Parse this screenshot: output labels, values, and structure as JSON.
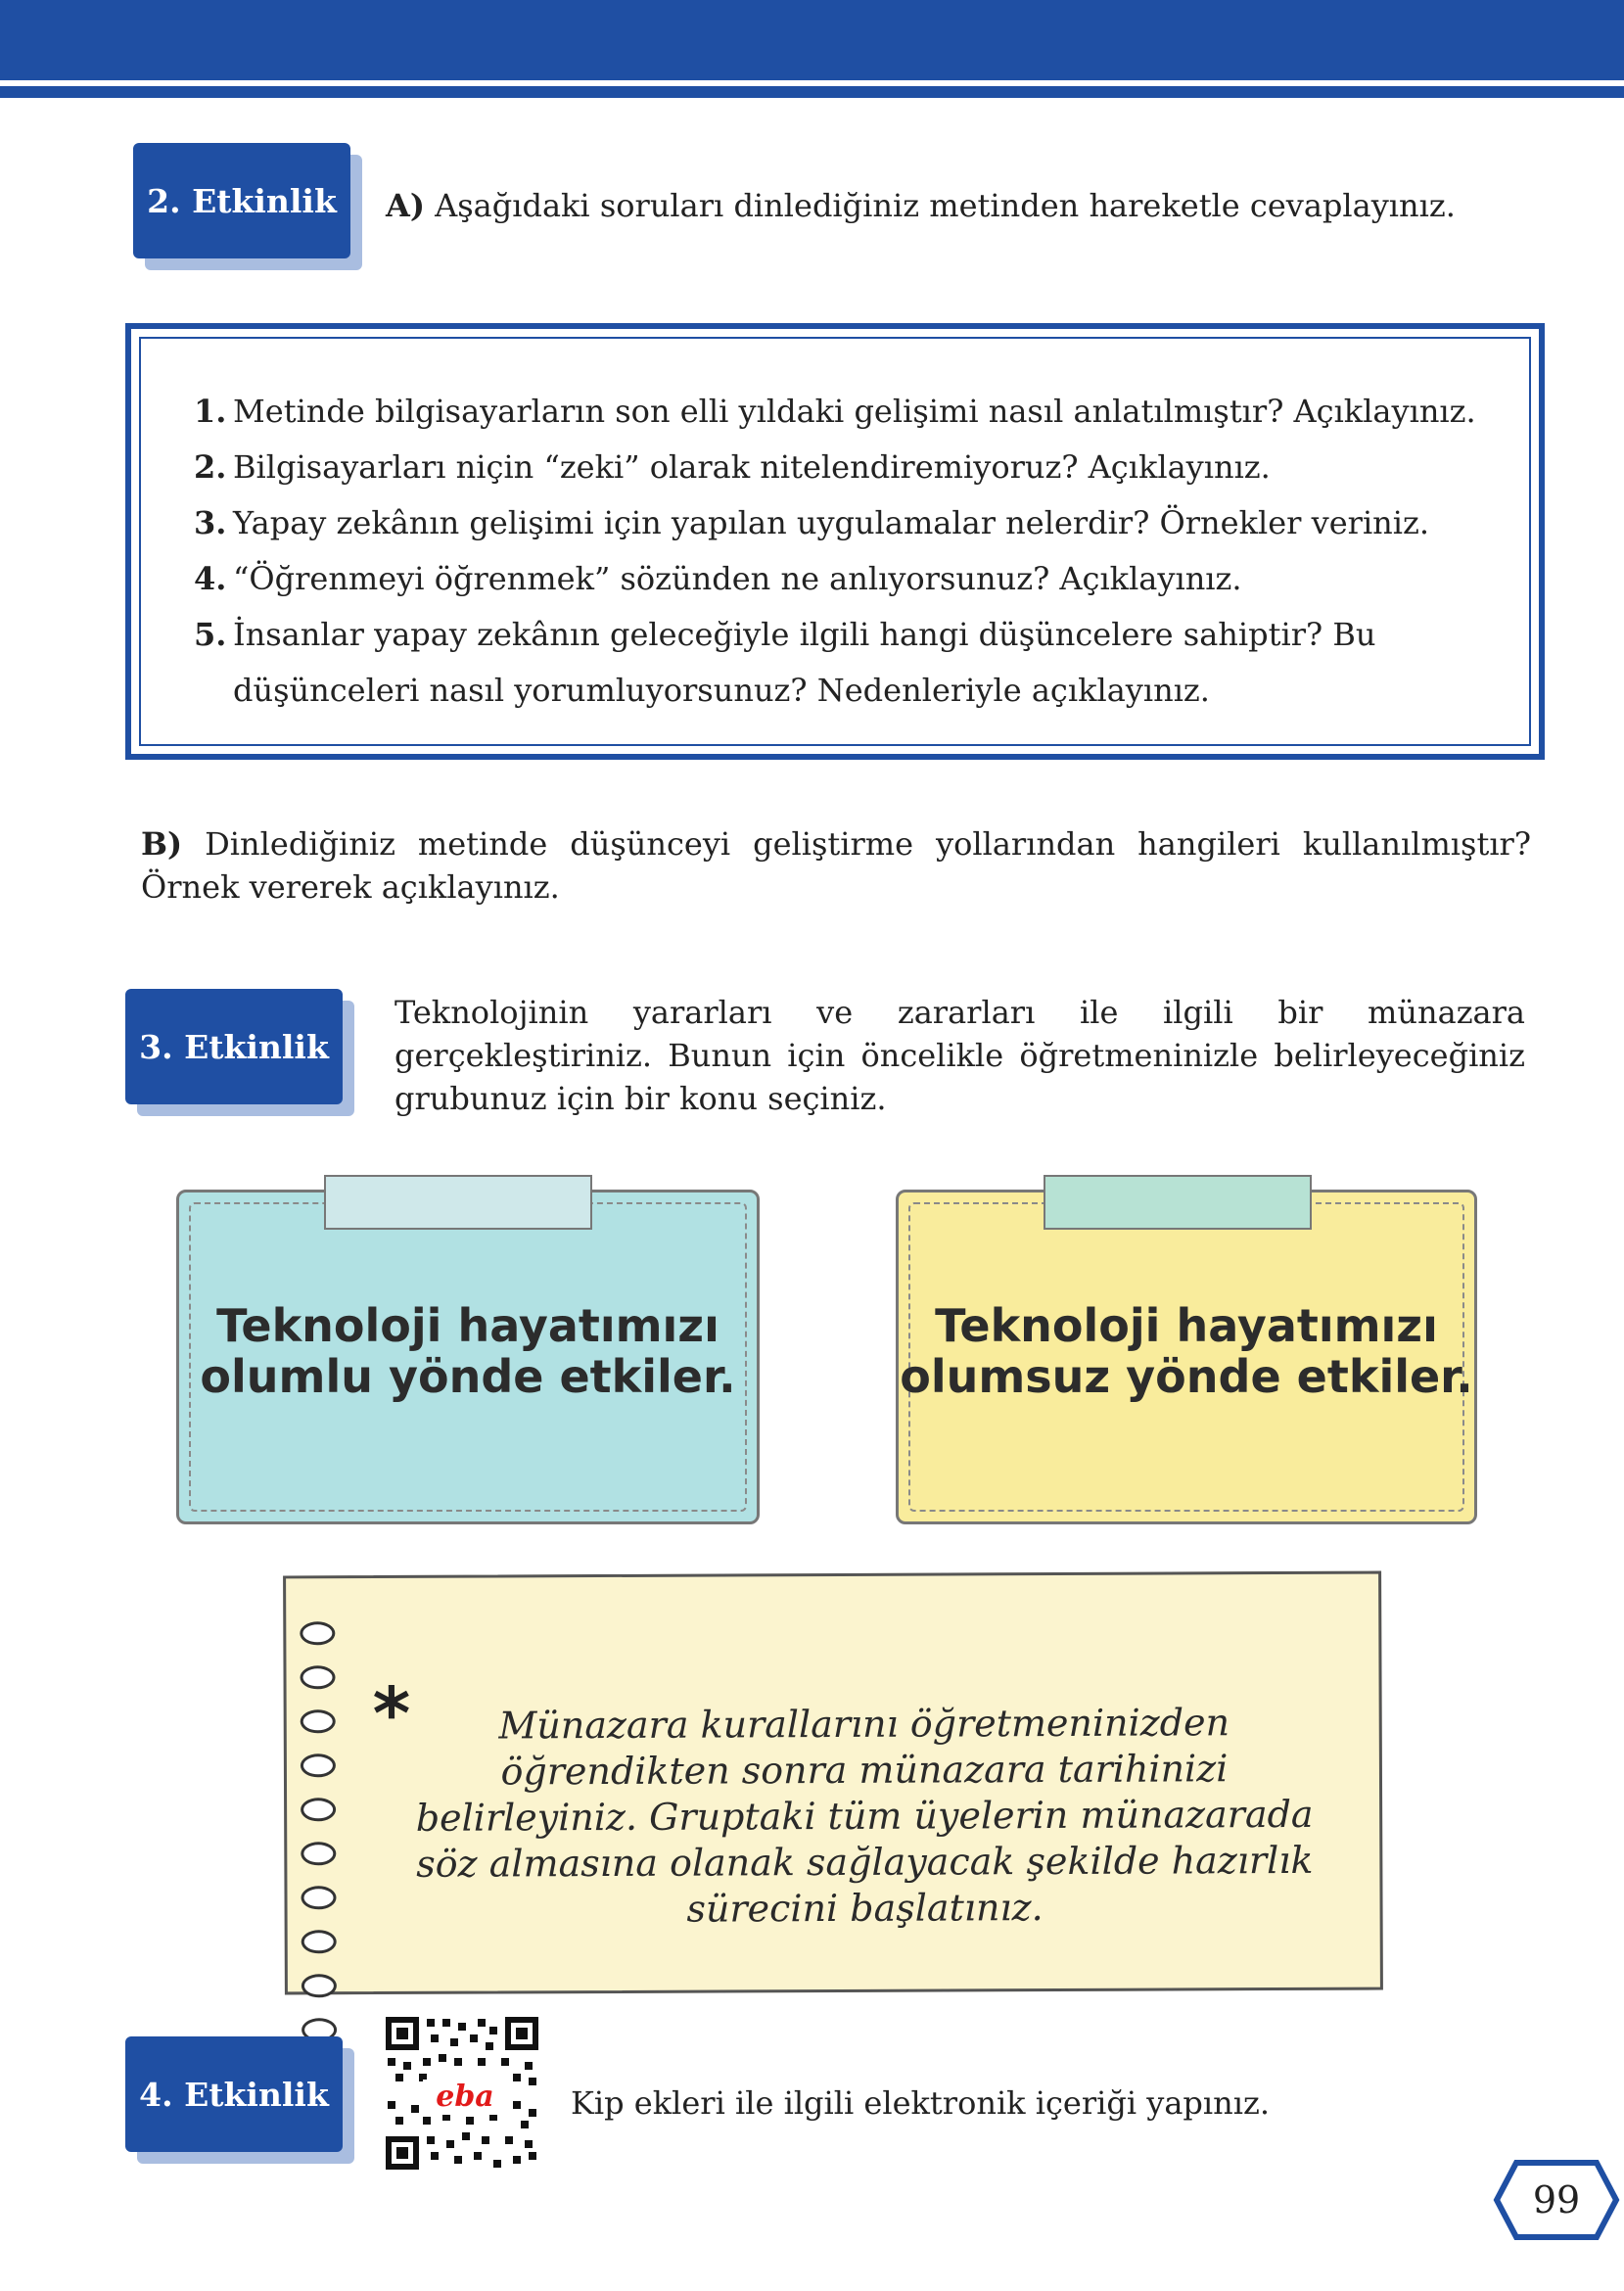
{
  "activity2": {
    "badge": "2. Etkinlik",
    "a_label": "A)",
    "a_text": "Aşağıdaki soruları dinlediğiniz metinden hareketle cevaplayınız.",
    "questions": [
      {
        "num": "1.",
        "text": "Metinde bilgisayarların son elli yıldaki gelişimi nasıl anlatılmıştır? Açıklayınız."
      },
      {
        "num": "2.",
        "text": "Bilgisayarları niçin “zeki” olarak nitelendiremiyoruz? Açıklayınız."
      },
      {
        "num": "3.",
        "text": "Yapay zekânın gelişimi için yapılan uygulamalar nelerdir? Örnekler veriniz."
      },
      {
        "num": "4.",
        "text": "“Öğrenmeyi öğrenmek” sözünden ne anlıyorsunuz? Açıklayınız."
      },
      {
        "num": "5.",
        "text": "İnsanlar yapay zekânın geleceğiyle ilgili hangi düşüncelere sahiptir? Bu düşünceleri nasıl yorumluyorsunuz? Nedenleriyle açıklayınız."
      }
    ],
    "b_label": "B)",
    "b_text": "Dinlediğiniz metinde düşünceyi geliştirme yollarından hangileri kullanılmıştır? Örnek vererek açıklayınız."
  },
  "activity3": {
    "badge": "3. Etkinlik",
    "text": "Teknolojinin yararları ve zararları ile ilgili bir münazara gerçekleştiriniz. Bunun için öncelikle öğretmeninizle belirleyeceğiniz grubunuz için bir konu seçiniz.",
    "note_positive_line1": "Teknoloji hayatımızı",
    "note_positive_line2": "olumlu yönde etkiler.",
    "note_negative_line1": "Teknoloji hayatımızı",
    "note_negative_line2": "olumsuz yönde etkiler.",
    "memo_star": "*",
    "memo_text": "Münazara kurallarını öğretmeninizden öğrendikten sonra münazara tarihinizi belirleyiniz. Gruptaki tüm üyelerin münazarada söz almasına olanak sağlayacak şekilde hazırlık sürecini başlatınız.",
    "colors": {
      "positive": "#b1e1e3",
      "negative": "#f9ec9c",
      "tape_blue": "#cfe8ea",
      "tape_green": "#b7e2d4",
      "memo": "#fbf4cf"
    }
  },
  "activity4": {
    "badge": "4. Etkinlik",
    "qr_logo": "eba",
    "text": "Kip ekleri ile ilgili elektronik içeriği yapınız."
  },
  "page_number": "99",
  "colors": {
    "primary": "#1f4fa3",
    "badge_shadow": "#a9bde0"
  }
}
